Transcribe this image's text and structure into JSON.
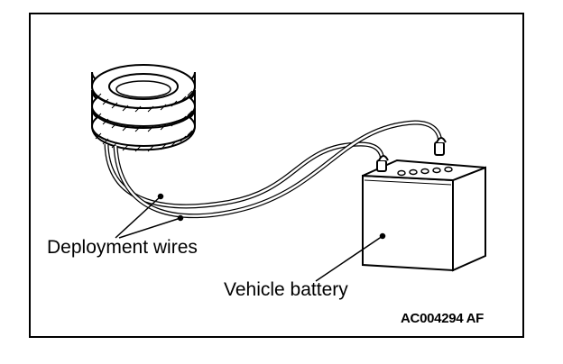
{
  "labels": {
    "deployment_wires": "Deployment wires",
    "vehicle_battery": "Vehicle battery",
    "figure_code": "AC004294 AF"
  },
  "colors": {
    "ink": "#000000",
    "background": "#ffffff"
  },
  "icons": {
    "tires": "stacked-tires-illustration",
    "battery": "car-battery-illustration"
  }
}
